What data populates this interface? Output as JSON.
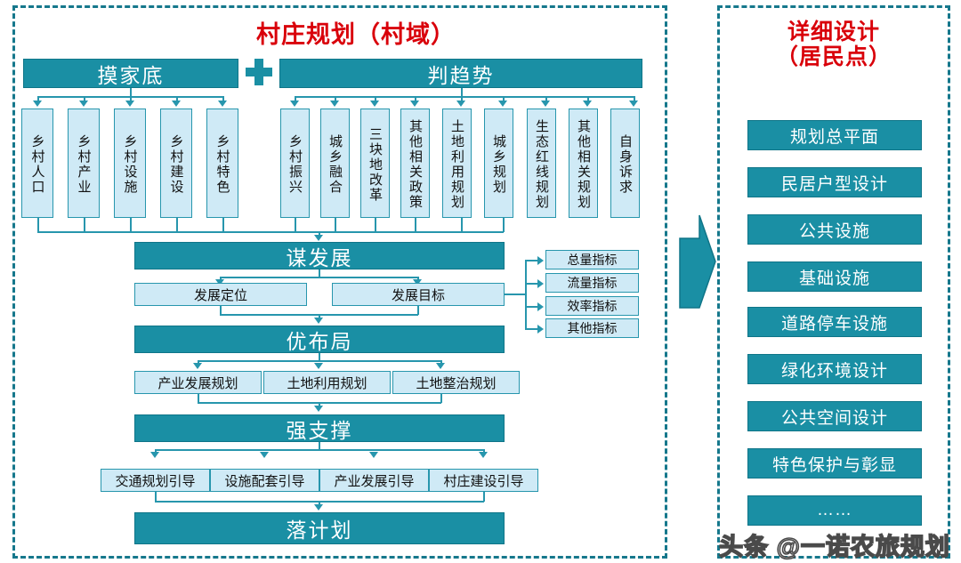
{
  "left_panel": {
    "title": "村庄规划（村域）",
    "plus_symbol": "+",
    "group_a": {
      "header": "摸家底",
      "items": [
        {
          "label": "乡村人口"
        },
        {
          "label": "乡村产业"
        },
        {
          "label": "乡村设施"
        },
        {
          "label": "乡村建设"
        },
        {
          "label": "乡村特色"
        }
      ]
    },
    "group_b": {
      "header": "判趋势",
      "items": [
        {
          "label": "乡村振兴"
        },
        {
          "label": "城乡融合"
        },
        {
          "label": "三块地改革"
        },
        {
          "label": "其他相关政策"
        },
        {
          "label": "土地利用规划"
        },
        {
          "label": "城乡规划"
        },
        {
          "label": "生态红线规划"
        },
        {
          "label": "其他相关规划"
        },
        {
          "label": "自身诉求"
        }
      ]
    },
    "stage_1": {
      "header": "谋发展",
      "items": [
        {
          "label": "发展定位"
        },
        {
          "label": "发展目标"
        }
      ],
      "indicators": [
        {
          "label": "总量指标"
        },
        {
          "label": "流量指标"
        },
        {
          "label": "效率指标"
        },
        {
          "label": "其他指标"
        }
      ]
    },
    "stage_2": {
      "header": "优布局",
      "items": [
        {
          "label": "产业发展规划"
        },
        {
          "label": "土地利用规划"
        },
        {
          "label": "土地整治规划"
        }
      ]
    },
    "stage_3": {
      "header": "强支撑",
      "items": [
        {
          "label": "交通规划引导"
        },
        {
          "label": "设施配套引导"
        },
        {
          "label": "产业发展引导"
        },
        {
          "label": "村庄建设引导"
        }
      ]
    },
    "stage_4": {
      "header": "落计划"
    }
  },
  "right_panel": {
    "title": "详细设计\n（居民点）",
    "items": [
      {
        "label": "规划总平面"
      },
      {
        "label": "民居户型设计"
      },
      {
        "label": "公共设施"
      },
      {
        "label": "基础设施"
      },
      {
        "label": "道路停车设施"
      },
      {
        "label": "绿化环境设计"
      },
      {
        "label": "公共空间设计"
      },
      {
        "label": "特色保护与彰显"
      },
      {
        "label": "……"
      }
    ]
  },
  "watermark": {
    "text": "头条 @一诺农旅规划"
  },
  "colors": {
    "dark_teal": "#1a8fa4",
    "light_blue": "#cfeaf6",
    "border_teal": "#2796ad",
    "dashed_border": "#16788c",
    "title_red": "#d9000a"
  }
}
